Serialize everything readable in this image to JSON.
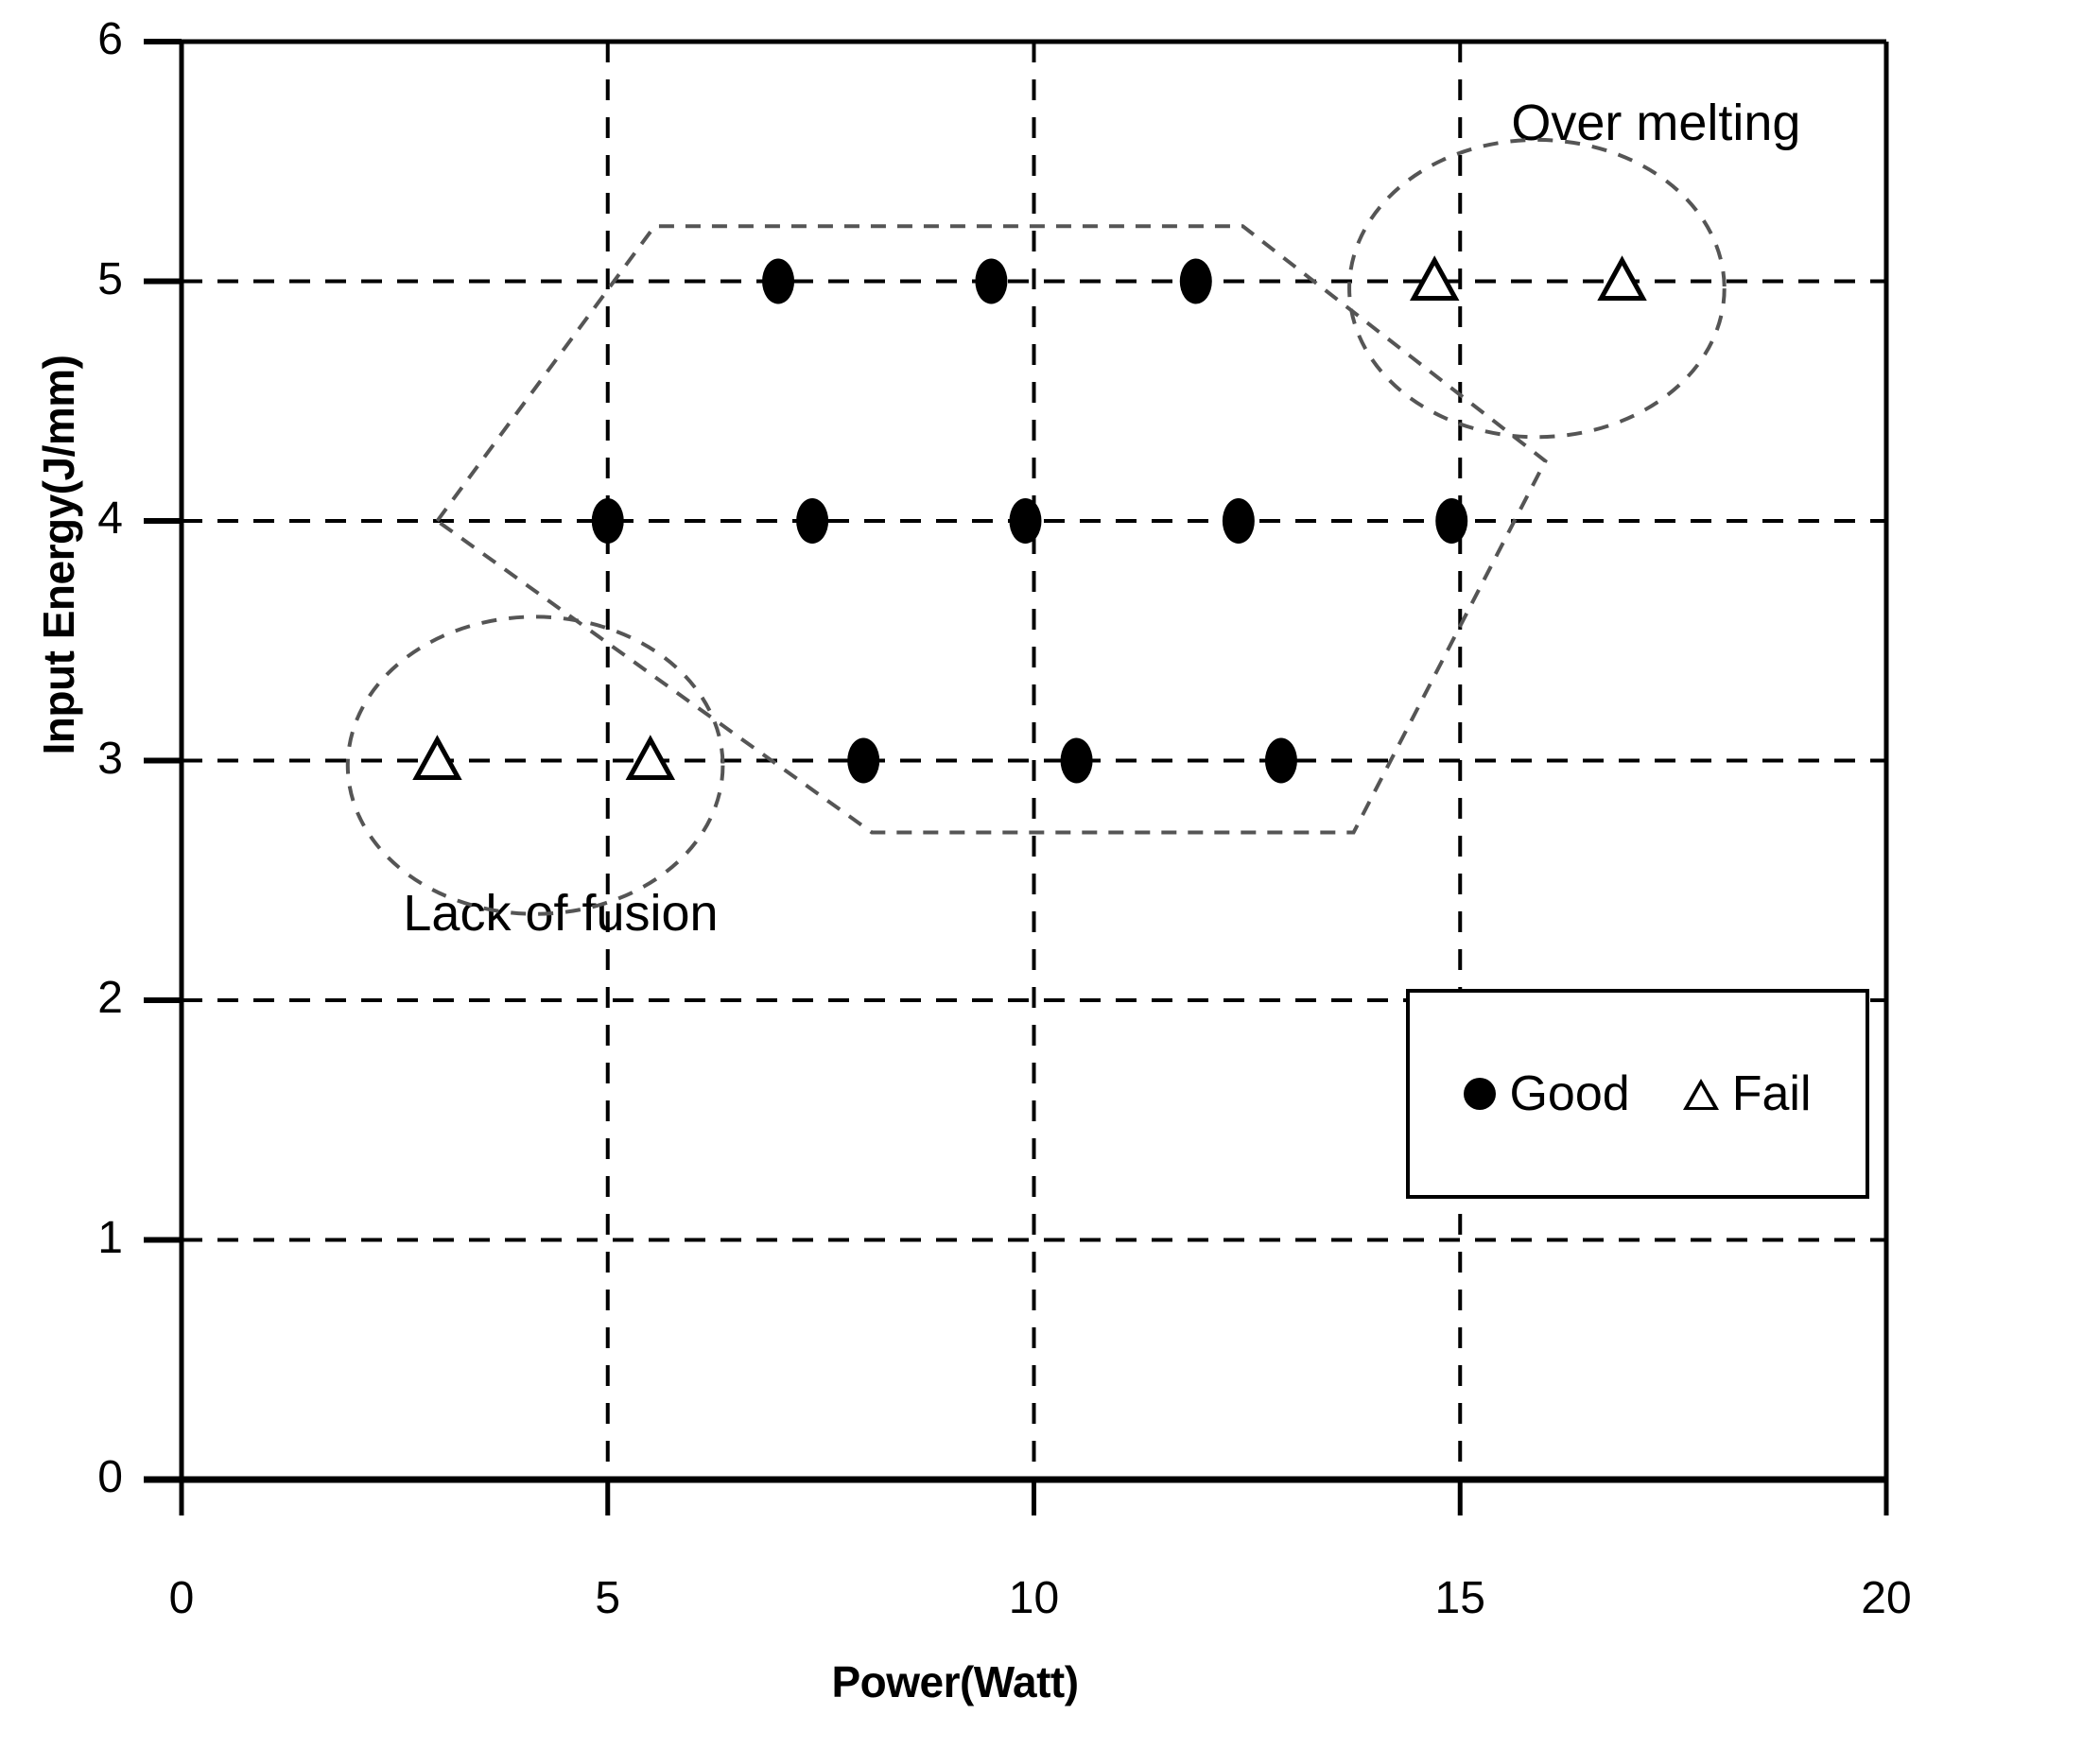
{
  "chart_data": {
    "type": "scatter",
    "title": "",
    "xlabel": "Power(Watt)",
    "ylabel": "Input Energy(J/mm)",
    "xlim": [
      0,
      20
    ],
    "ylim": [
      0,
      6
    ],
    "xticks": [
      "0",
      "5",
      "10",
      "15",
      "20"
    ],
    "xtick_values": [
      0,
      5,
      10,
      15,
      20
    ],
    "yticks": [
      "0",
      "1",
      "2",
      "3",
      "4",
      "5",
      "6"
    ],
    "ytick_values": [
      0,
      1,
      2,
      3,
      4,
      5,
      6
    ],
    "grid": "dashed-both",
    "legend_position": "inside-lower-right",
    "series": [
      {
        "name": "Good",
        "marker": "filled-circle",
        "color": "#000000",
        "points": [
          {
            "x": 7.0,
            "y": 5
          },
          {
            "x": 9.5,
            "y": 5
          },
          {
            "x": 11.9,
            "y": 5
          },
          {
            "x": 5.0,
            "y": 4
          },
          {
            "x": 7.4,
            "y": 4
          },
          {
            "x": 9.9,
            "y": 4
          },
          {
            "x": 12.4,
            "y": 4
          },
          {
            "x": 14.9,
            "y": 4
          },
          {
            "x": 8.0,
            "y": 3
          },
          {
            "x": 10.5,
            "y": 3
          },
          {
            "x": 12.9,
            "y": 3
          }
        ]
      },
      {
        "name": "Fail",
        "marker": "open-triangle",
        "color": "#000000",
        "points": [
          {
            "x": 14.7,
            "y": 5
          },
          {
            "x": 16.9,
            "y": 5
          },
          {
            "x": 3.0,
            "y": 3
          },
          {
            "x": 5.5,
            "y": 3
          }
        ]
      }
    ],
    "annotations": [
      {
        "text": "Over melting",
        "x": 15.6,
        "y": 5.65,
        "role": "region-label-over-melting"
      },
      {
        "text": "Lack of fusion",
        "x": 2.6,
        "y": 2.35,
        "role": "region-label-lack-of-fusion"
      }
    ],
    "regions": [
      {
        "name": "good-process-window",
        "style": "dashed-polygon",
        "vertices": [
          [
            3.0,
            4.0
          ],
          [
            5.55,
            5.23
          ],
          [
            12.45,
            5.23
          ],
          [
            16.0,
            4.25
          ],
          [
            13.75,
            2.7
          ],
          [
            8.1,
            2.7
          ]
        ]
      },
      {
        "name": "over-melting-ellipse",
        "style": "dashed-ellipse",
        "center": [
          15.9,
          4.97
        ],
        "rx": 2.2,
        "ry": 0.62
      },
      {
        "name": "lack-of-fusion-ellipse",
        "style": "dashed-ellipse",
        "center": [
          4.15,
          2.98
        ],
        "rx": 2.2,
        "ry": 0.62
      }
    ]
  },
  "legend": {
    "good_label": "Good",
    "fail_label": "Fail"
  },
  "axes": {
    "x_title": "Power(Watt)",
    "y_title": "Input Energy(J/mm)"
  }
}
